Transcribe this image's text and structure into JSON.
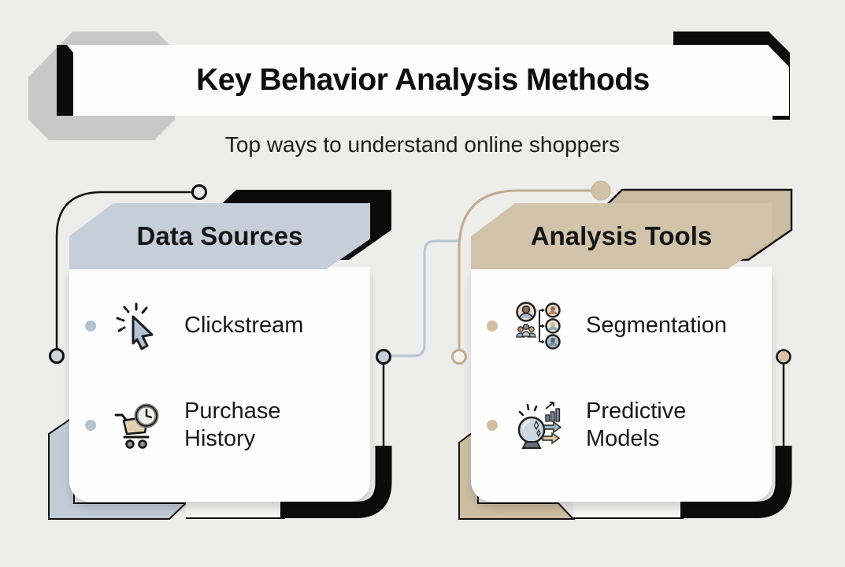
{
  "header": {
    "title": "Key Behavior Analysis Methods",
    "subtitle": "Top ways to understand online shoppers"
  },
  "cards": [
    {
      "title": "Data Sources",
      "accent_color": "#c6cfd9",
      "bullet_color": "#b5c2d0",
      "connector_line_color": "#b7c4d3",
      "items": [
        {
          "label": "Clickstream",
          "icon": "cursor-click-icon"
        },
        {
          "label": "Purchase History",
          "icon": "cart-clock-icon"
        }
      ]
    },
    {
      "title": "Analysis Tools",
      "accent_color": "#d2c3ab",
      "bullet_color": "#d2bfa0",
      "connector_line_color": "#c0ac90",
      "items": [
        {
          "label": "Segmentation",
          "icon": "segmentation-icon"
        },
        {
          "label": "Predictive Models",
          "icon": "crystal-ball-icon"
        }
      ]
    }
  ],
  "colors": {
    "background": "#ededeb",
    "ink": "#0e0e0e",
    "banner": "#fdfdfd",
    "black_accent": "#0b0b0b",
    "gray_accent": "#c8c8c8"
  }
}
